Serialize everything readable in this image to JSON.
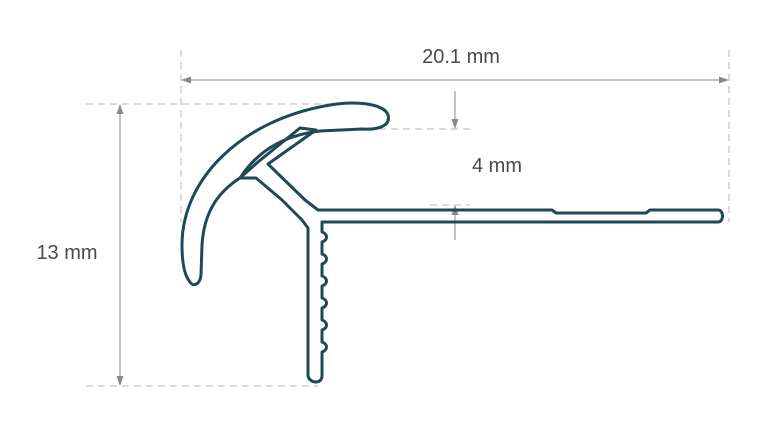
{
  "dimensions": {
    "width_label": "20.1 mm",
    "height_label": "13 mm",
    "lip_label": "4 mm"
  },
  "colors": {
    "profile_stroke": "#1d4a55",
    "dimension_line": "#8a8a8a",
    "extension_line": "#b5b5b5",
    "text": "#4a4a4a"
  }
}
